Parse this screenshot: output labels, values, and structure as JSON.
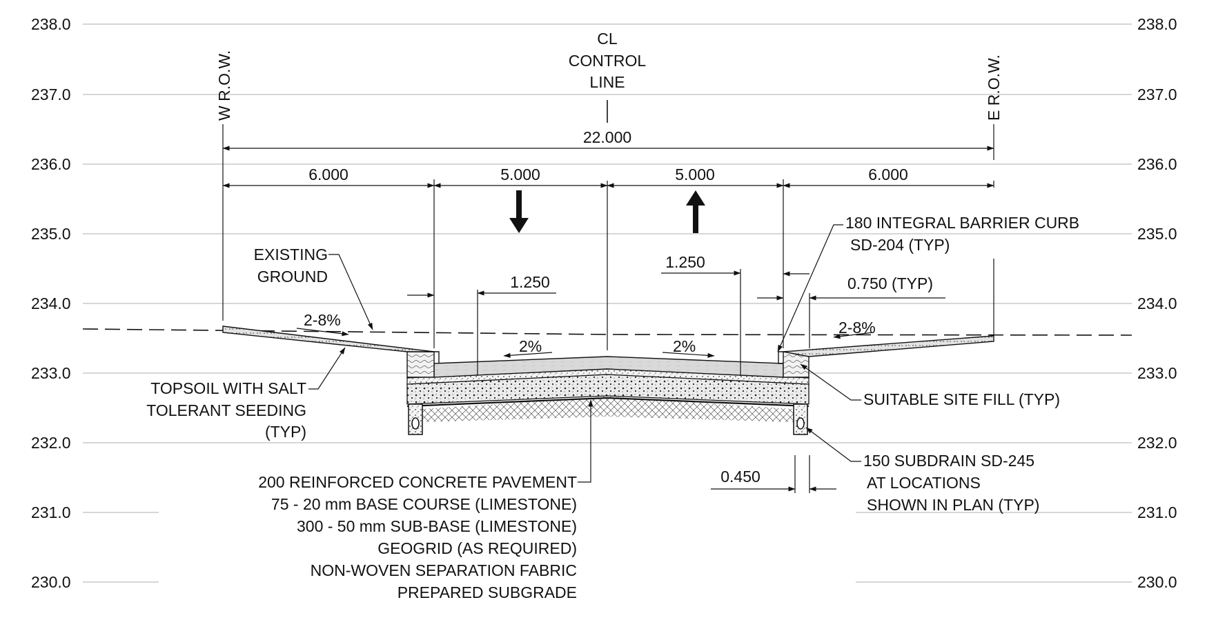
{
  "elevations": [
    "238.0",
    "237.0",
    "236.0",
    "235.0",
    "234.0",
    "233.0",
    "232.0",
    "231.0",
    "230.0"
  ],
  "labels": {
    "w_row": "W R.O.W.",
    "e_row": "E R.O.W.",
    "cl_line1": "CL",
    "cl_line2": "CONTROL",
    "cl_line3": "LINE",
    "existing_ground_1": "EXISTING",
    "existing_ground_2": "GROUND",
    "curb_1": "180 INTEGRAL BARRIER CURB",
    "curb_2": "SD-204 (TYP)",
    "topsoil_1": "TOPSOIL WITH SALT",
    "topsoil_2": "TOLERANT SEEDING",
    "topsoil_3": "(TYP)",
    "site_fill": "SUITABLE SITE FILL (TYP)",
    "subdrain_1": "150 SUBDRAIN SD-245",
    "subdrain_2": "AT LOCATIONS",
    "subdrain_3": "SHOWN IN PLAN (TYP)",
    "layers": [
      "200  REINFORCED CONCRETE PAVEMENT",
      "75 - 20 mm BASE COURSE (LIMESTONE)",
      "300 - 50 mm SUB-BASE (LIMESTONE)",
      "GEOGRID (AS REQUIRED)",
      "NON-WOVEN SEPARATION FABRIC",
      "PREPARED SUBGRADE"
    ]
  },
  "dimensions": {
    "total": "22.000",
    "left_boulevard": "6.000",
    "left_lane": "5.000",
    "right_lane": "5.000",
    "right_boulevard": "6.000",
    "left_offset": "1.250",
    "right_offset": "1.250",
    "curb_typ": "0.750 (TYP)",
    "subdrain_width": "0.450"
  },
  "slopes": {
    "left_boulevard": "2-8%",
    "right_boulevard": "2-8%",
    "left_lane": "2%",
    "right_lane": "2%"
  }
}
